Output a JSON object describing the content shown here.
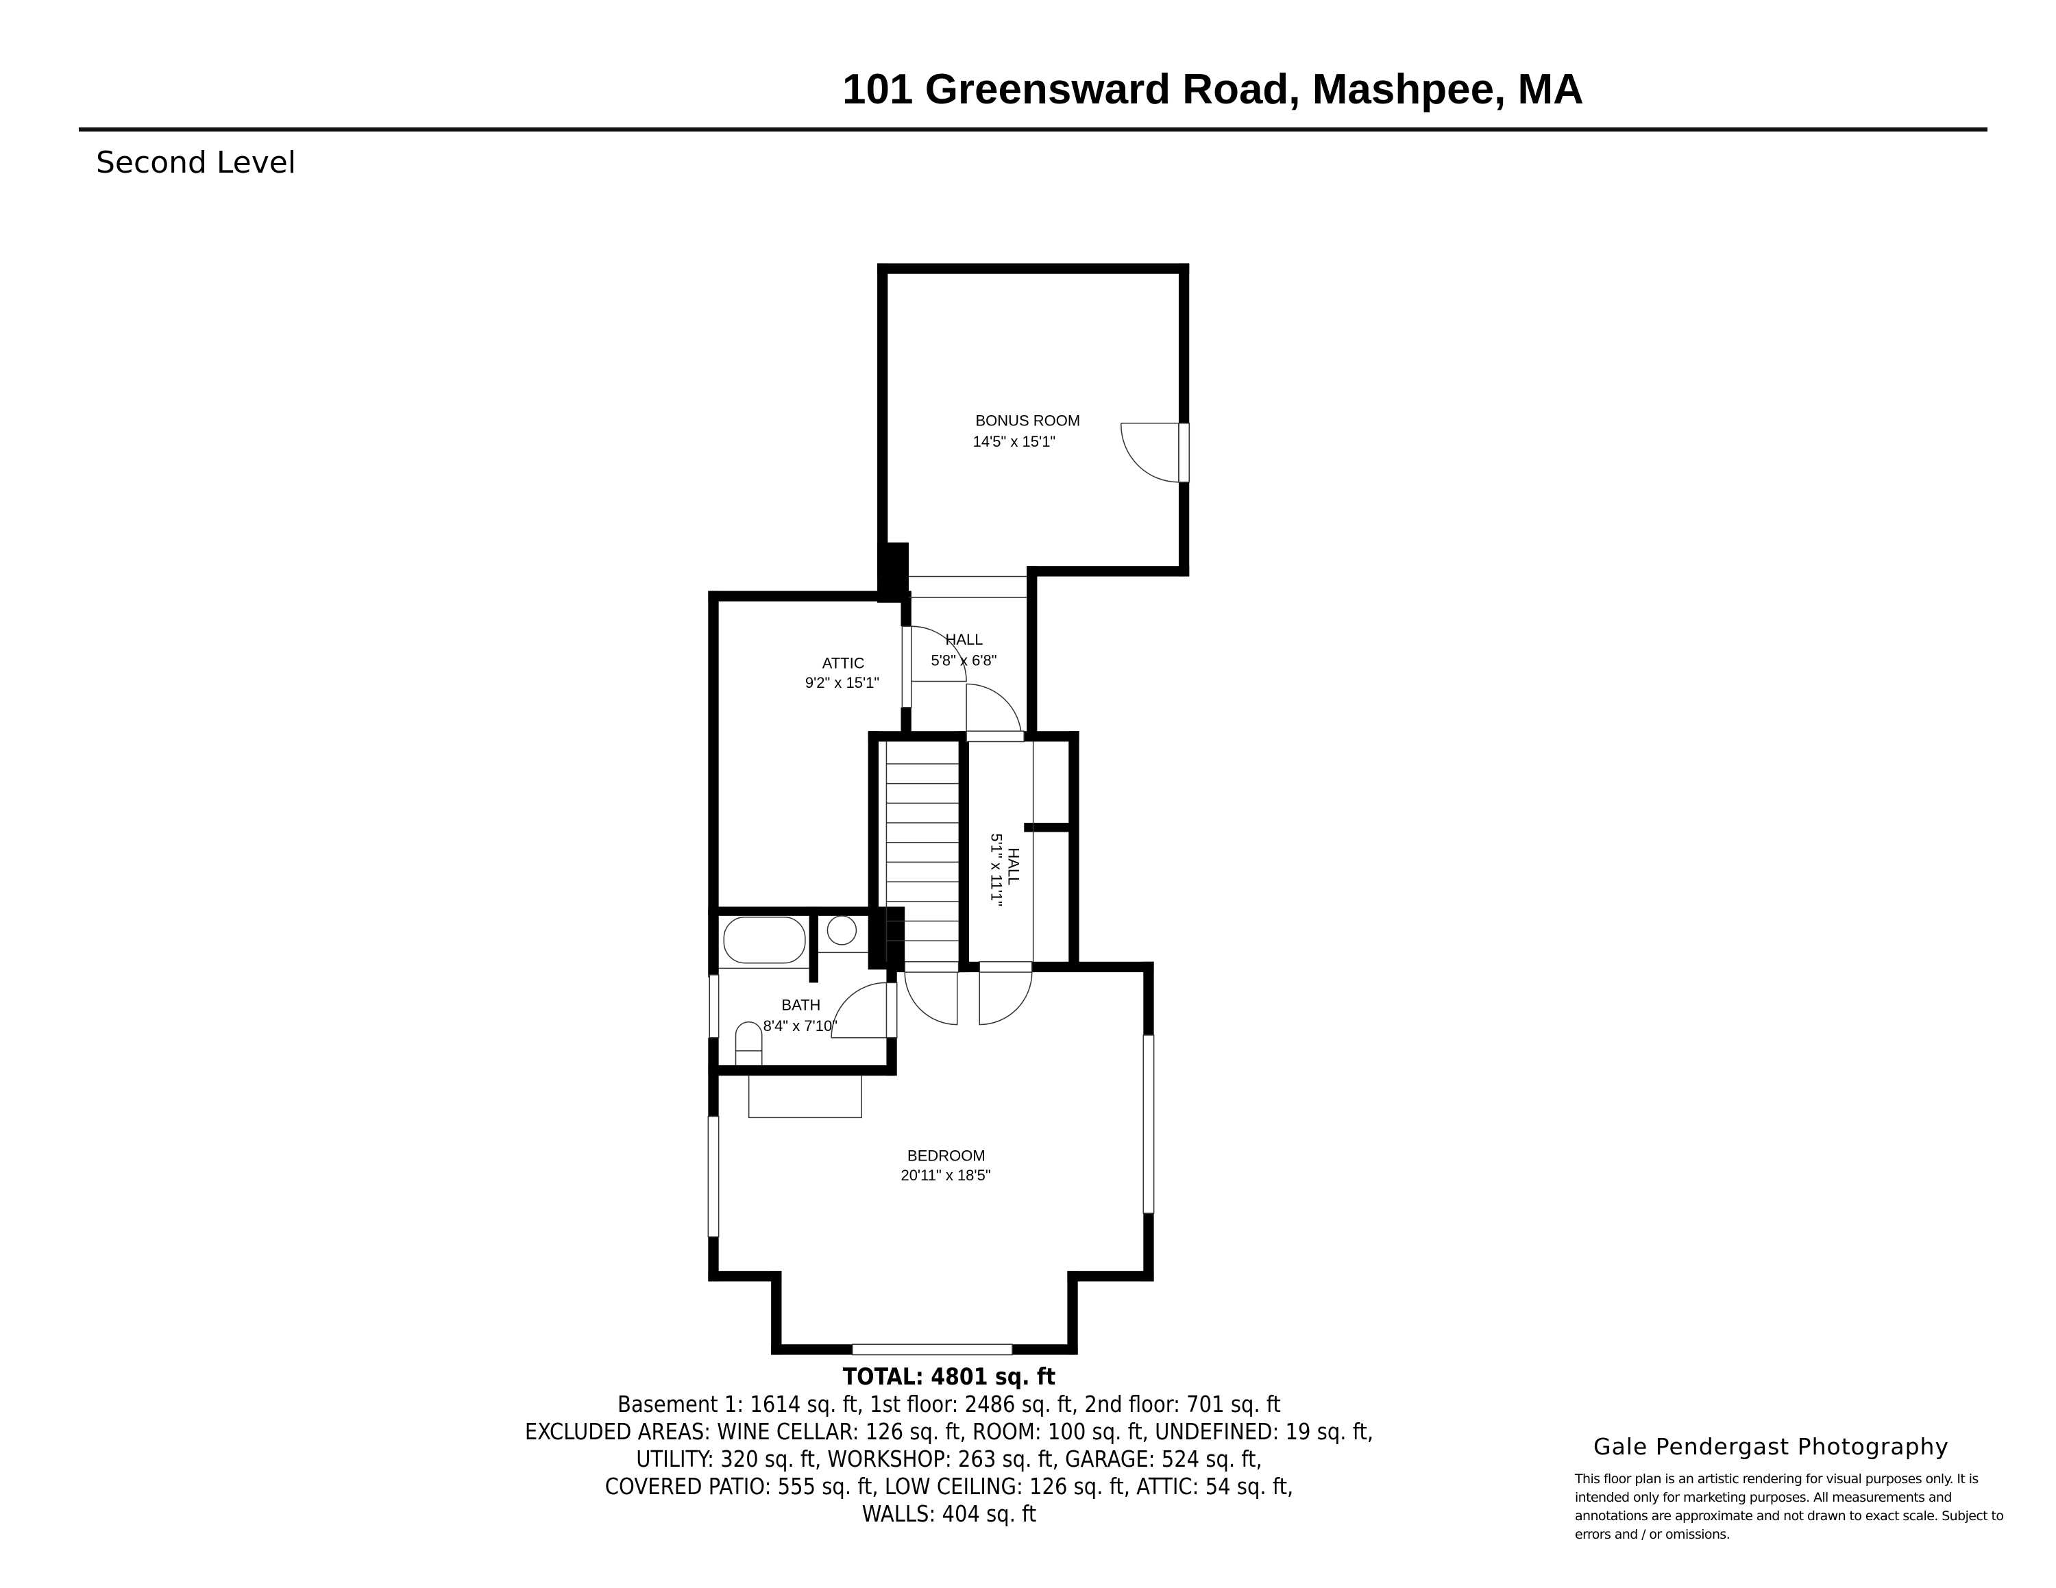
{
  "header": {
    "address": "101 Greensward Road, Mashpee,  MA",
    "level": "Second Level"
  },
  "rooms": [
    {
      "name": "BONUS ROOM",
      "dimensions": "14'5\" x 15'1\""
    },
    {
      "name": "HALL",
      "dimensions": "5'8\" x 6'8\""
    },
    {
      "name": "ATTIC",
      "dimensions": "9'2\" x 15'1\""
    },
    {
      "name": "HALL",
      "dimensions": "5'1\" x 11'1\""
    },
    {
      "name": "BATH",
      "dimensions": "8'4\" x 7'10\""
    },
    {
      "name": "BEDROOM",
      "dimensions": "20'11\" x 18'5\""
    }
  ],
  "summary": {
    "total": "TOTAL: 4801 sq. ft",
    "floors": "Basement 1: 1614 sq. ft, 1st floor: 2486 sq. ft, 2nd floor: 701 sq. ft",
    "excluded_1": "EXCLUDED AREAS: WINE CELLAR: 126 sq. ft, ROOM: 100 sq. ft, UNDEFINED: 19 sq. ft,",
    "excluded_2": "UTILITY: 320 sq. ft, WORKSHOP: 263 sq. ft, GARAGE: 524 sq. ft,",
    "excluded_3": "COVERED PATIO: 555 sq. ft, LOW CEILING: 126 sq. ft, ATTIC: 54 sq. ft,",
    "excluded_4": "WALLS: 404 sq. ft"
  },
  "branding": {
    "company": "Gale Pendergast Photography",
    "disclaimer": "This floor plan is an artistic rendering for visual purposes only. It is intended only for marketing purposes. All measurements and annotations are approximate and not drawn to exact scale. Subject to errors and / or omissions."
  },
  "colors": {
    "wall": "#000000",
    "fixture_line": "#555555",
    "background": "#ffffff"
  }
}
